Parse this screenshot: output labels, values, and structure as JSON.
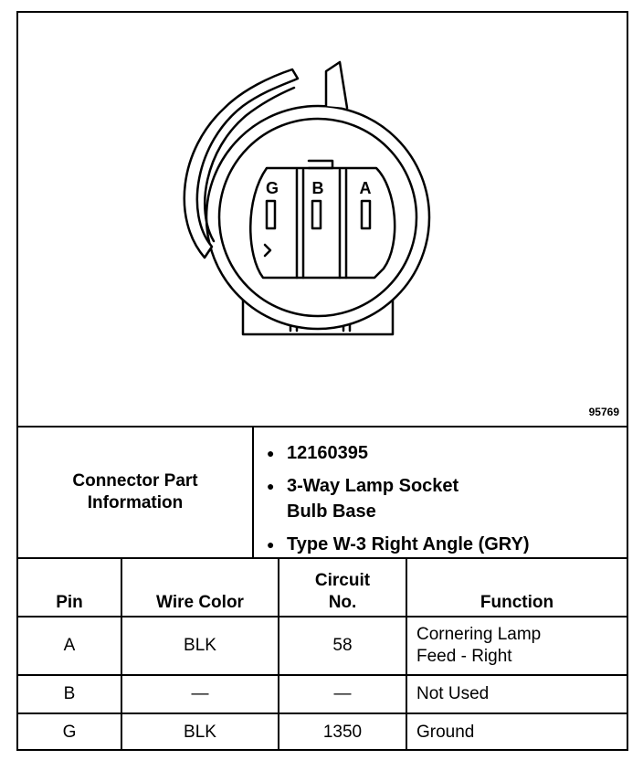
{
  "figure": {
    "pin_labels": [
      "G",
      "B",
      "A"
    ],
    "figure_number": "95769"
  },
  "connector_info": {
    "label_lines": [
      "Connector Part",
      "Information"
    ],
    "items": [
      {
        "lines": [
          "12160395"
        ]
      },
      {
        "lines": [
          "3-Way Lamp Socket",
          "Bulb Base"
        ]
      },
      {
        "lines": [
          "Type W-3 Right Angle (GRY)"
        ]
      }
    ]
  },
  "pin_table": {
    "headers": {
      "pin": "Pin",
      "wire_color": "Wire Color",
      "circuit_line1": "Circuit",
      "circuit_line2": "No.",
      "function": "Function"
    },
    "rows": [
      {
        "pin": "A",
        "wire_color": "BLK",
        "circuit": "58",
        "function_line1": "Cornering Lamp",
        "function_line2": "Feed - Right"
      },
      {
        "pin": "B",
        "wire_color": "—",
        "circuit": "—",
        "function_line1": "Not Used",
        "function_line2": ""
      },
      {
        "pin": "G",
        "wire_color": "BLK",
        "circuit": "1350",
        "function_line1": "Ground",
        "function_line2": ""
      }
    ]
  }
}
